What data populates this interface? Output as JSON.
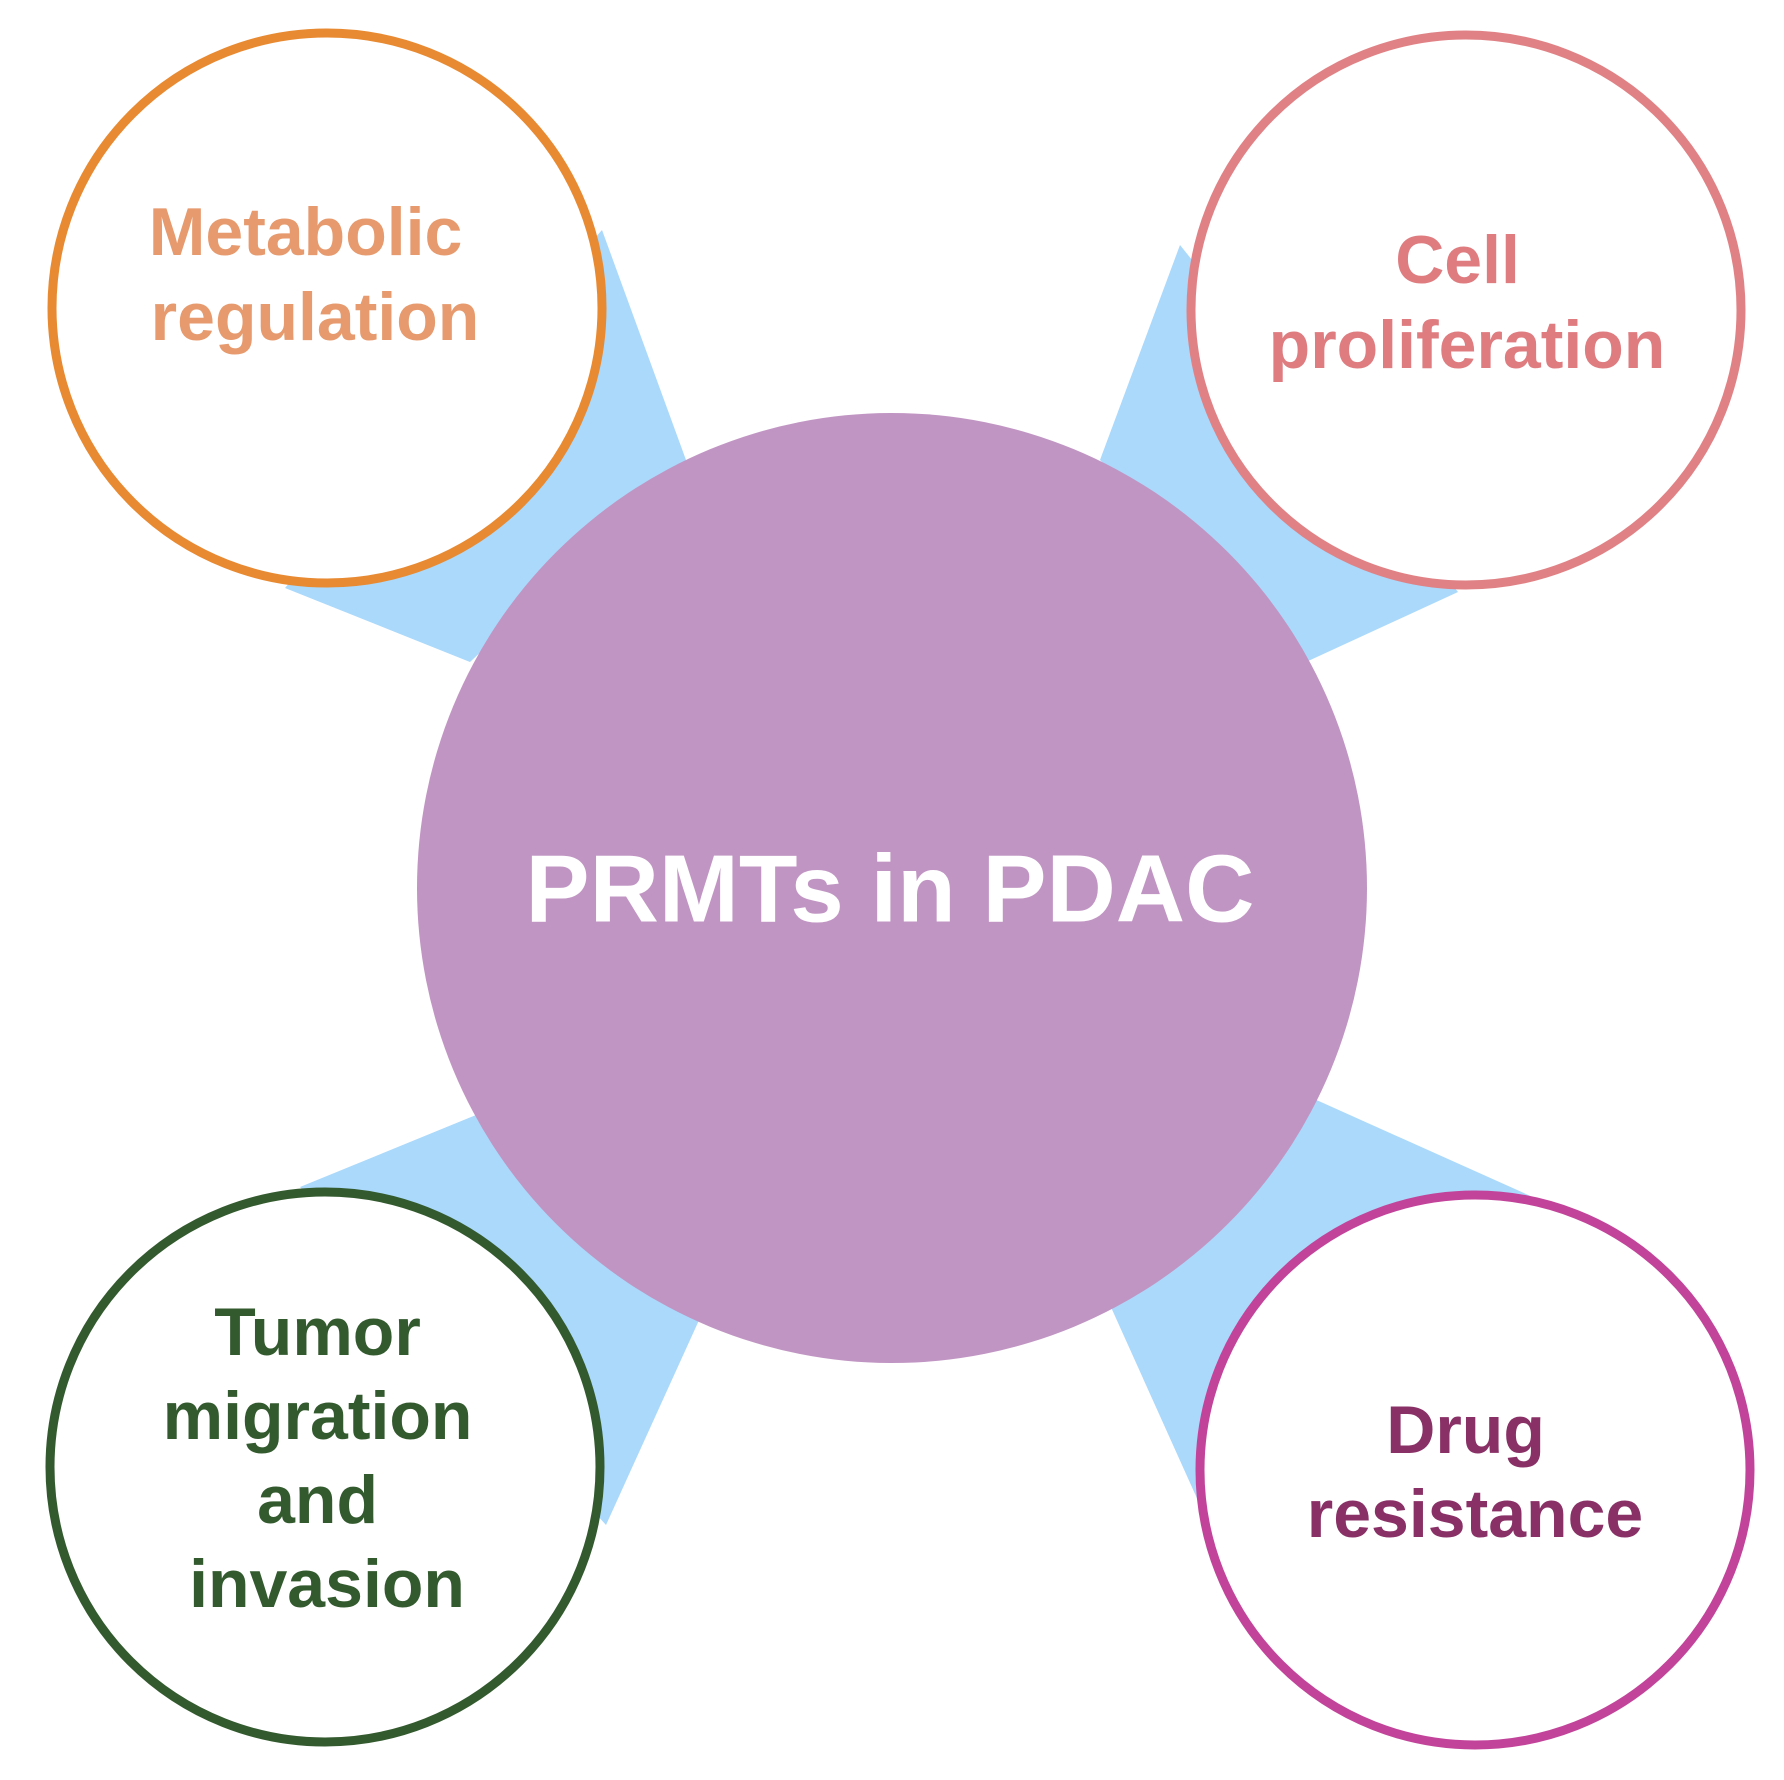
{
  "diagram": {
    "center": {
      "title": "PRMTs in PDAC",
      "fill_color": "#c195c3",
      "text_color": "#ffffff"
    },
    "connector_color": "#aad9fb",
    "nodes": [
      {
        "id": "metabolic-regulation",
        "lines": [
          "Metabolic",
          "regulation"
        ],
        "border_color": "#e88a32",
        "text_color": "#e69a6d"
      },
      {
        "id": "cell-proliferation",
        "lines": [
          "Cell",
          "proliferation"
        ],
        "border_color": "#e08285",
        "text_color": "#de7c80"
      },
      {
        "id": "tumor-migration",
        "lines": [
          "Tumor",
          "migration",
          "and",
          "invasion"
        ],
        "border_color": "#335a2e",
        "text_color": "#335a2e"
      },
      {
        "id": "drug-resistance",
        "lines": [
          "Drug",
          "resistance"
        ],
        "border_color": "#c2449a",
        "text_color": "#893066"
      }
    ]
  }
}
